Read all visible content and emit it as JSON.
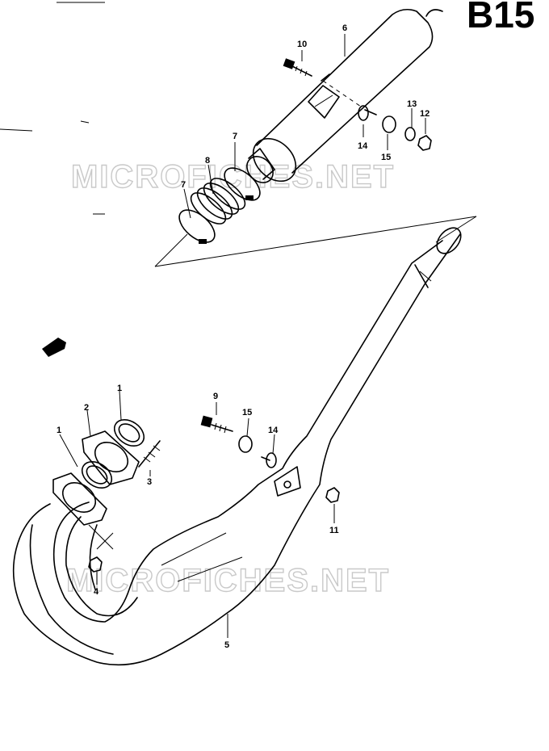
{
  "page_code": "B15",
  "watermark": "MICROFICHES.NET",
  "callouts": {
    "c1a": "1",
    "c1b": "1",
    "c2": "2",
    "c3": "3",
    "c4": "4",
    "c5": "5",
    "c6": "6",
    "c7a": "7",
    "c7b": "7",
    "c8": "8",
    "c9": "9",
    "c10": "10",
    "c11": "11",
    "c12": "12",
    "c13": "13",
    "c14a": "14",
    "c14b": "14",
    "c15a": "15",
    "c15b": "15"
  }
}
